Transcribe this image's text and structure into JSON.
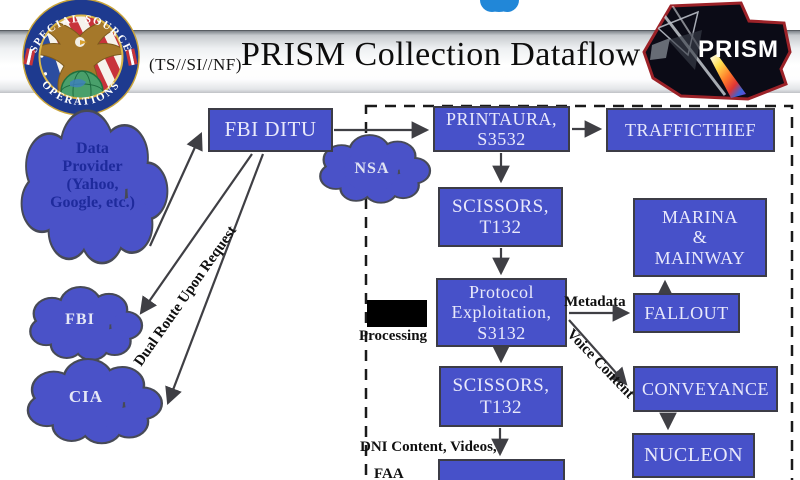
{
  "palette": {
    "box_blue": "#4751c9",
    "box_border": "#3c3c46",
    "box_text": "#e9e9fb",
    "cloud_blue": "#4a52c8",
    "cloud_text_dark": "#1e2a9c",
    "arrow": "#3f3f44",
    "dashed_border": "#1a1a1a",
    "prism_logo_border": "#9c2228",
    "seal_navy": "#1e3a8f",
    "apple_blue": "#2187d8"
  },
  "header": {
    "classification": "(TS//SI//NF)",
    "title": "PRISM Collection Dataflow",
    "seal": {
      "arc_top": "SPECIAL SOURCE",
      "arc_bottom": "OPERATIONS"
    },
    "prism_logo": {
      "label": "PRISM"
    }
  },
  "clouds": {
    "data_provider": {
      "line1": "Data",
      "line2": "Provider",
      "line3": "(Yahoo,",
      "line4": "Google, etc.)"
    },
    "nsa": {
      "label": "NSA"
    },
    "fbi": {
      "label": "FBI"
    },
    "cia": {
      "label": "CIA"
    }
  },
  "boxes": {
    "fbi_ditu": {
      "label": "FBI DITU"
    },
    "printaura": {
      "line1": "PRINTAURA,",
      "line2": "S3532"
    },
    "trafficthief": {
      "label": "TRAFFICTHIEF"
    },
    "scissors1": {
      "line1": "SCISSORS,",
      "line2": "T132"
    },
    "marina_mainway": {
      "line1": "MARINA",
      "line2": "&",
      "line3": "MAINWAY"
    },
    "protocol_exploitation": {
      "line1": "Protocol",
      "line2": "Exploitation,",
      "line3": "S3132"
    },
    "fallout": {
      "label": "FALLOUT"
    },
    "scissors2": {
      "line1": "SCISSORS,",
      "line2": "T132"
    },
    "conveyance": {
      "label": "CONVEYANCE"
    },
    "nucleon": {
      "label": "NUCLEON"
    }
  },
  "labels": {
    "metadata": "Metadata",
    "voice_content": "Voice Content",
    "dual_route": "Dual Route Upon Request",
    "processing": "Processing",
    "dni_content": "DNI Content, Videos,",
    "faa": "FAA"
  }
}
